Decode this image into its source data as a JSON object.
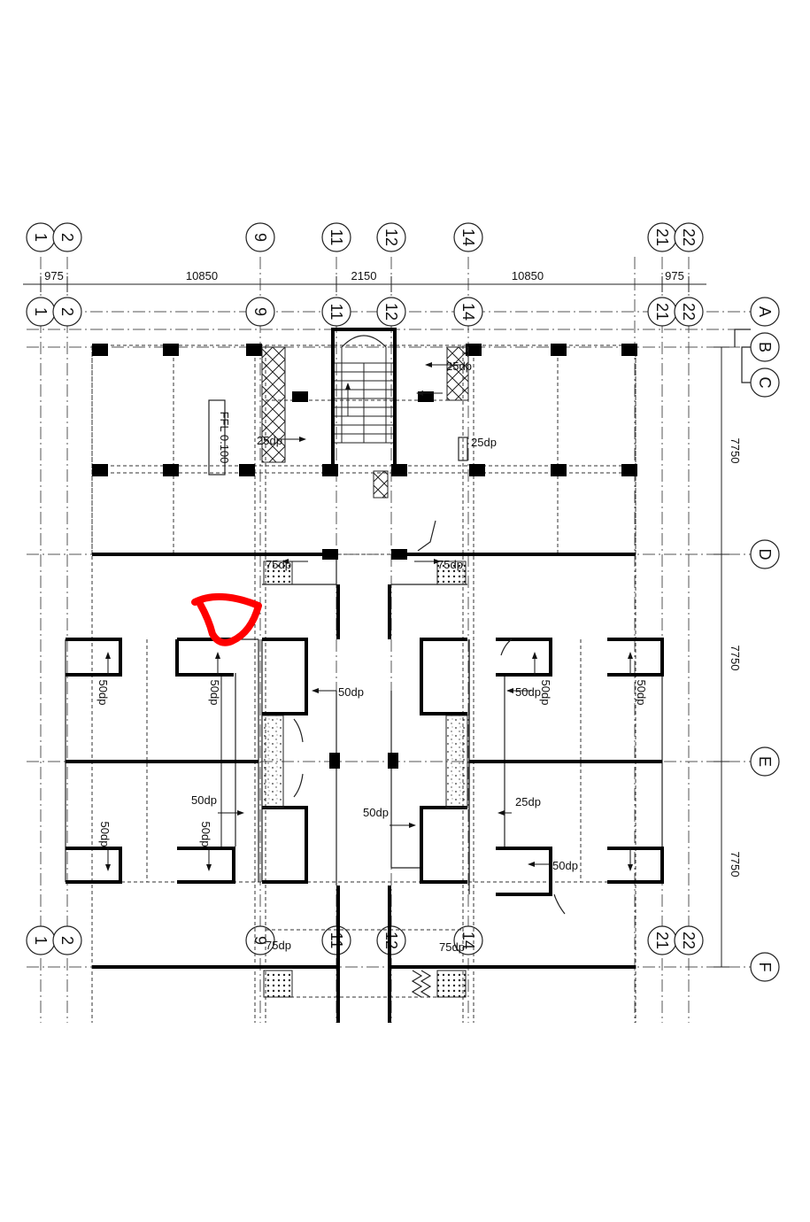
{
  "grid_bubbles_top": [
    "1",
    "2",
    "9",
    "11",
    "12",
    "14",
    "21",
    "22"
  ],
  "grid_bubbles_row2": [
    "1",
    "2",
    "9",
    "11",
    "12",
    "14",
    "21",
    "22"
  ],
  "grid_bubbles_bottom": [
    "1",
    "2",
    "9",
    "11",
    "12",
    "14",
    "21",
    "22"
  ],
  "grid_bubbles_right": [
    "A",
    "B",
    "C",
    "D",
    "E",
    "F"
  ],
  "dimensions_top": [
    "975",
    "10850",
    "2150",
    "10850",
    "975"
  ],
  "dimensions_right": [
    "7750",
    "7750",
    "7750"
  ],
  "level_tag": "FFL 0.100",
  "drop_labels": [
    "25dp",
    "25dp",
    "25dp",
    "75dp",
    "75dp",
    "50dp",
    "50dp",
    "50dp",
    "50dp",
    "50dp",
    "50dp",
    "50dp",
    "50dp",
    "25dp",
    "50dp",
    "50dp",
    "50dp",
    "75dp",
    "75dp"
  ],
  "colors": {
    "lines": "#000000",
    "markup": "#ff0000",
    "background": "#ffffff"
  }
}
